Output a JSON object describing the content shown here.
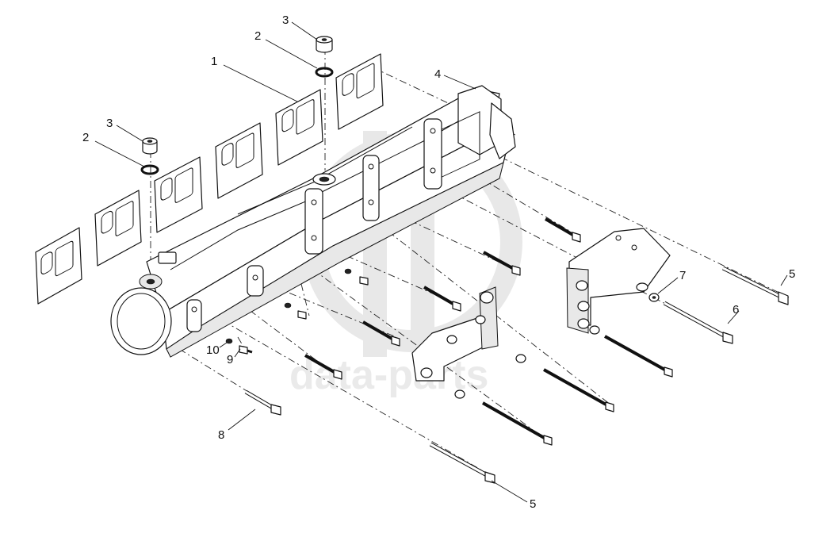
{
  "diagram": {
    "watermark": {
      "text": "data-parts",
      "logo_icon": "dp-logo-icon"
    },
    "callouts": [
      {
        "id": "c1",
        "label": "1"
      },
      {
        "id": "c2a",
        "label": "2"
      },
      {
        "id": "c2b",
        "label": "2"
      },
      {
        "id": "c3a",
        "label": "3"
      },
      {
        "id": "c3b",
        "label": "3"
      },
      {
        "id": "c4",
        "label": "4"
      },
      {
        "id": "c5a",
        "label": "5"
      },
      {
        "id": "c5b",
        "label": "5"
      },
      {
        "id": "c6",
        "label": "6"
      },
      {
        "id": "c7",
        "label": "7"
      },
      {
        "id": "c8",
        "label": "8"
      },
      {
        "id": "c9",
        "label": "9"
      },
      {
        "id": "c10",
        "label": "10"
      }
    ]
  }
}
